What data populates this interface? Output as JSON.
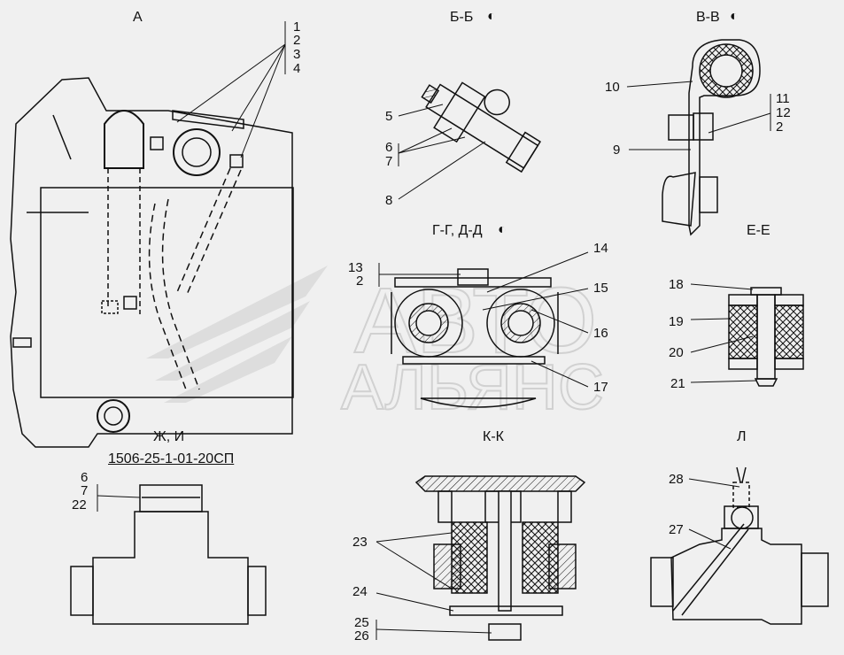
{
  "views": {
    "a": {
      "title": "А",
      "callouts": [
        "1",
        "2",
        "3",
        "4"
      ]
    },
    "bb": {
      "title": "Б-Б",
      "rotation_icon": "rotation-icon",
      "callouts": [
        "5",
        "6",
        "7",
        "8"
      ]
    },
    "vv": {
      "title": "В-В",
      "rotation_icon": "rotation-icon",
      "callouts": [
        "10",
        "11",
        "12",
        "2",
        "9"
      ]
    },
    "gg": {
      "title": "Г-Г, Д-Д",
      "rotation_icon": "rotation-icon",
      "callouts": [
        "13",
        "2",
        "14",
        "15",
        "16",
        "17"
      ]
    },
    "ee": {
      "title": "Е-Е",
      "callouts": [
        "18",
        "19",
        "20",
        "21"
      ]
    },
    "zh": {
      "title": "Ж, И",
      "doc_number": "1506-25-1-01-20СП",
      "callouts": [
        "6",
        "7",
        "22"
      ]
    },
    "kk": {
      "title": "К-К",
      "callouts": [
        "23",
        "24",
        "25",
        "26"
      ]
    },
    "l": {
      "title": "Л",
      "callouts": [
        "28",
        "27"
      ]
    }
  },
  "watermark": {
    "line1": "АВТО",
    "line2": "АЛЬЯНС"
  }
}
